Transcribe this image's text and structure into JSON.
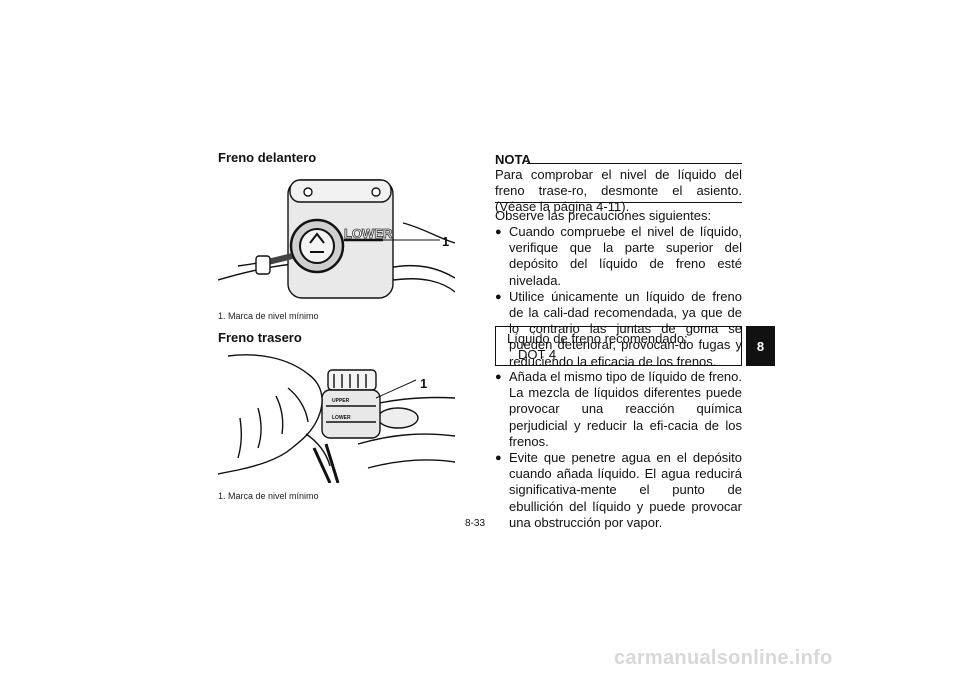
{
  "front": {
    "title": "Freno delantero",
    "callout": "1",
    "reservoir_mark": "LOWER",
    "caption": "1. Marca de nivel mínimo"
  },
  "rear": {
    "title": "Freno trasero",
    "callout": "1",
    "mark_upper": "UPPER",
    "mark_lower": "LOWER",
    "caption": "1. Marca de nivel mínimo"
  },
  "note": {
    "heading": "NOTA",
    "text": "Para comprobar el nivel de líquido del freno trase-ro, desmonte el asiento. (Véase la página 4-11)."
  },
  "intro": "Observe las precauciones siguientes:",
  "bullets_top": [
    "Cuando compruebe el nivel de líquido, verifique que la parte superior del depósito del líquido de freno esté nivelada.",
    "Utilice únicamente un líquido de freno de la cali-dad recomendada, ya que de lo contrario las juntas de goma se pueden deteriorar, provocan-do fugas y reduciendo la eficacia de los frenos."
  ],
  "spec": {
    "label": "Líquido de freno recomendado:",
    "value": "DOT 4"
  },
  "bullets_bottom": [
    "Añada el mismo tipo de líquido de freno. La mezcla de líquidos diferentes puede provocar una reacción química perjudicial y reducir la efi-cacia de los frenos.",
    "Evite que penetre agua en el depósito cuando añada líquido. El agua reducirá significativa-mente el punto de ebullición del líquido y puede provocar una obstrucción por vapor."
  ],
  "chapter_tab": "8",
  "page_number": "8-33",
  "watermark": "carmanualsonline.info"
}
